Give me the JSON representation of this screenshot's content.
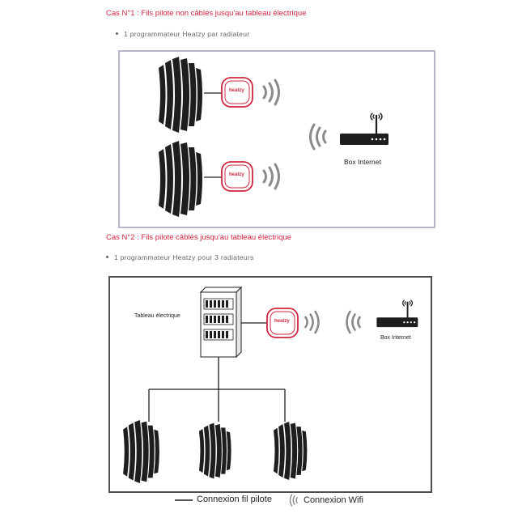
{
  "section1": {
    "heading": "Cas N°1 : Fils pilote non câblés jusqu'au tableau électrique",
    "bullet": "1 programmateur Heatzy par radiateur",
    "heatzy_label": "heatzy",
    "box_label": "Box Internet"
  },
  "section2": {
    "heading": "Cas N°2 : Fils pilote câblés jusqu'au tableau électrique",
    "bullet": "1 programmateur Heatzy pour 3 radiateurs",
    "tableau_label": "Tableau électrique",
    "heatzy_label": "heatzy",
    "box_label": "Box Internet"
  },
  "legend": {
    "wire_label": "Connexion fil pilote",
    "wifi_label": "Connexion Wifi"
  },
  "colors": {
    "accent": "#d0263f",
    "radiator": "#1e1e1e",
    "panel1_border": "#b4b8c8",
    "panel2_border": "#4e4e4e",
    "wifi": "#8a8a8a"
  }
}
